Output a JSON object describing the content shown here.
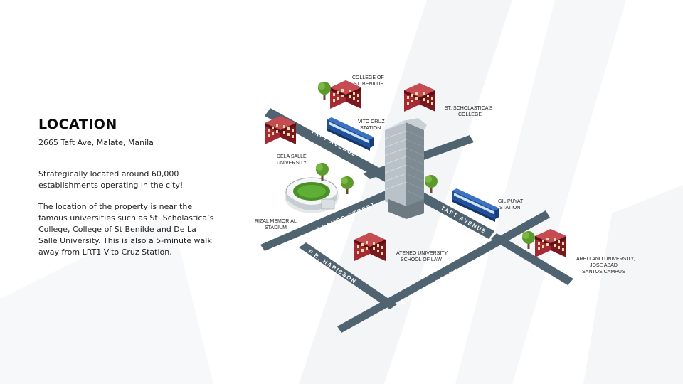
{
  "location": {
    "heading": "LOCATION",
    "address": "2665 Taft Ave, Malate, Manila",
    "para1_line1": "Strategically located around 60,000",
    "para1_line2": "establishments operating in the city!",
    "para2_line1": "The location of the property is near the",
    "para2_line2": "famous universities such as St. Scholastica’s",
    "para2_line3": "College, College of St Benilde and De La",
    "para2_line4": "Salle University. This is also a 5-minute walk",
    "para2_line5": "away from LRT1 Vito Cruz Station."
  },
  "map": {
    "roads": {
      "taft_1": "TAFT AVENUE",
      "taft_2": "TAFT AVENUE",
      "ocampo": "OCAMPO STREET",
      "harisson": "F.B. HARISSON",
      "buendia": "BUENDIA AVENUE"
    },
    "places": {
      "benilde_1": "COLLEGE OF",
      "benilde_2": "ST. BENILDE",
      "scholastica_1": "ST. SCHOLASTICA'S",
      "scholastica_2": "COLLEGE",
      "vito_1": "VITO CRUZ",
      "vito_2": "STATION",
      "dlsu_1": "DELA SALLE",
      "dlsu_2": "UNIVERSITY",
      "rizal_1": "RIZAL MEMORIAL",
      "rizal_2": "STADIUM",
      "gil_1": "GIL PUYAT",
      "gil_2": "STATION",
      "ateneo_1": "ATENEO UNIVERSITY",
      "ateneo_2": "SCHOOL OF LAW",
      "arellano_1": "ARELLANO UNIVERSITY,",
      "arellano_2": "JOSE ABAD",
      "arellano_3": "SANTOS CAMPUS"
    },
    "colors": {
      "road": "#4f6470",
      "building_red": "#8a1e26",
      "tree": "#5c9a2e",
      "train": "#1e4f9a",
      "tower": "#9aa6ad"
    }
  }
}
